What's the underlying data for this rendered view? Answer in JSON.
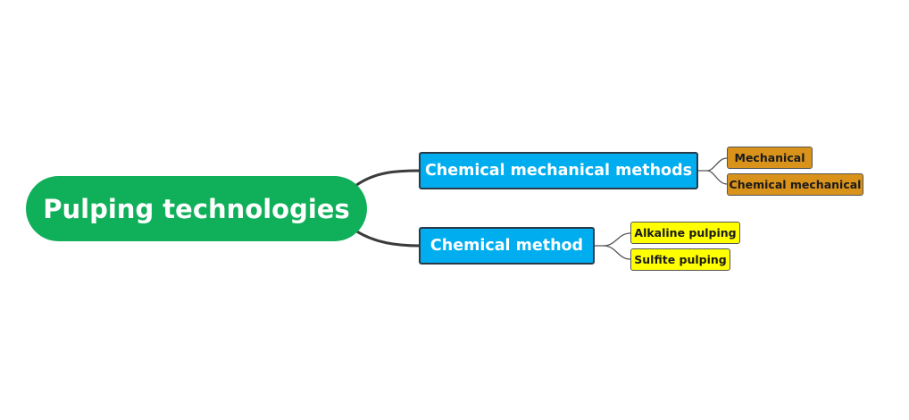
{
  "colors": {
    "root_fill": "#10b05a",
    "branch_fill": "#00aef0",
    "leaf_mechanical_fill": "#d9921a",
    "leaf_chemical_fill": "#ffff00",
    "connector_main": "#3b3b3b",
    "connector_leaf": "#555555"
  },
  "mindmap": {
    "root": {
      "label": "Pulping technologies"
    },
    "branches": [
      {
        "label": "Chemical mechanical methods",
        "children": [
          {
            "label": "Mechanical"
          },
          {
            "label": "Chemical mechanical"
          }
        ]
      },
      {
        "label": "Chemical method",
        "children": [
          {
            "label": "Alkaline pulping"
          },
          {
            "label": "Sulfite pulping"
          }
        ]
      }
    ]
  }
}
